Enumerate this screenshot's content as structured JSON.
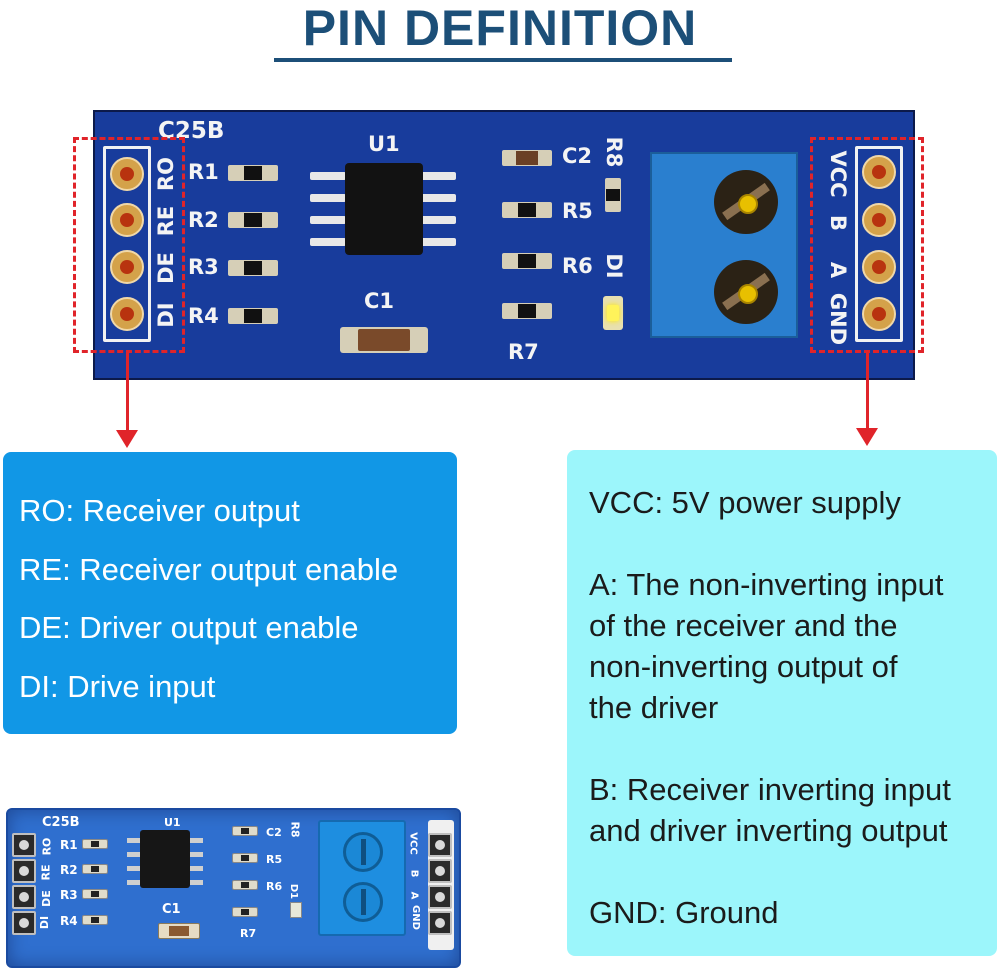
{
  "title": "PIN DEFINITION",
  "colors": {
    "title": "#1c4f78",
    "board": "#183c9c",
    "highlight_dash": "#e0242a",
    "left_panel": "#1197e6",
    "right_panel": "#9cf6fb"
  },
  "board": {
    "model": "C25B",
    "chip_label": "U1",
    "left_pins": [
      "RO",
      "RE",
      "DE",
      "DI"
    ],
    "right_pins": [
      "VCC",
      "B",
      "A",
      "GND"
    ],
    "resistor_labels_left": [
      "R1",
      "R2",
      "R3",
      "R4"
    ],
    "cap_c1": "C1",
    "cap_c2": "C2",
    "resistor_labels_right": [
      "R5",
      "R6",
      "R7",
      "R8"
    ],
    "led_label": "DI"
  },
  "left_panel": {
    "lines": [
      "RO: Receiver output",
      "RE: Receiver output enable",
      "DE: Driver output enable",
      "DI: Drive input"
    ]
  },
  "right_panel": {
    "paragraphs": [
      "VCC: 5V power supply",
      "A: The non-inverting input\nof the receiver and the\nnon-inverting output of\nthe driver",
      "B: Receiver inverting input\nand driver inverting output",
      "GND: Ground"
    ]
  },
  "photo": {
    "model": "C25B",
    "chip": "U1",
    "left_pins": [
      "RO",
      "RE",
      "DE",
      "DI"
    ],
    "res_left": [
      "R1",
      "R2",
      "R3",
      "R4"
    ],
    "right_pins": [
      "VCC",
      "B",
      "A",
      "GND"
    ],
    "c2": "C2",
    "r8": "R8",
    "r5": "R5",
    "r6": "R6",
    "r7": "R7",
    "d1": "D1",
    "c1": "C1"
  }
}
